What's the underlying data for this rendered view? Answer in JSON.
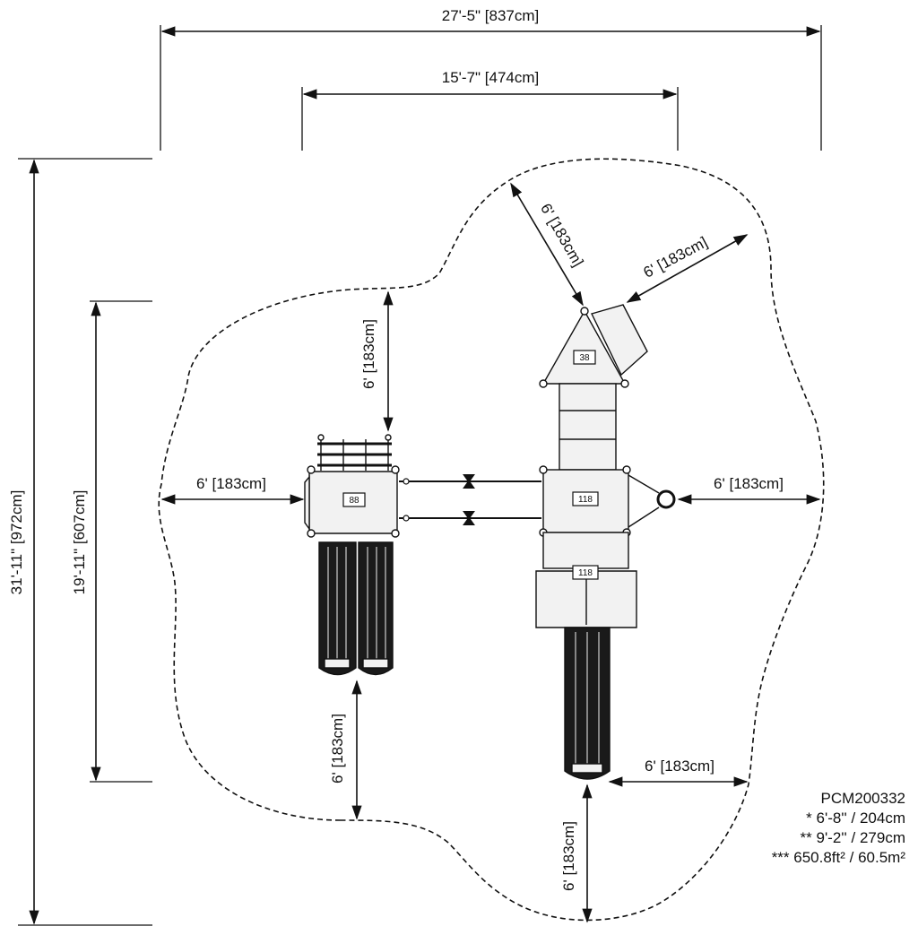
{
  "dimensions": {
    "overall_width": "27'-5\" [837cm]",
    "structure_width": "15'-7\" [474cm]",
    "overall_depth": "31'-11\" [972cm]",
    "structure_depth": "19'-11\" [607cm]",
    "clearance": "6' [183cm]"
  },
  "deck_labels": {
    "left_deck": "88",
    "main_deck": "118",
    "lower_deck": "118",
    "roof": "38"
  },
  "notes": {
    "model": "PCM200332",
    "line1": "* 6'-8'' / 204cm",
    "line2": "** 9'-2'' / 279cm",
    "line3": "*** 650.8ft² / 60.5m²"
  },
  "colors": {
    "line": "#111111",
    "fill": "#f2f2f2",
    "dark": "#1a1a1a"
  }
}
